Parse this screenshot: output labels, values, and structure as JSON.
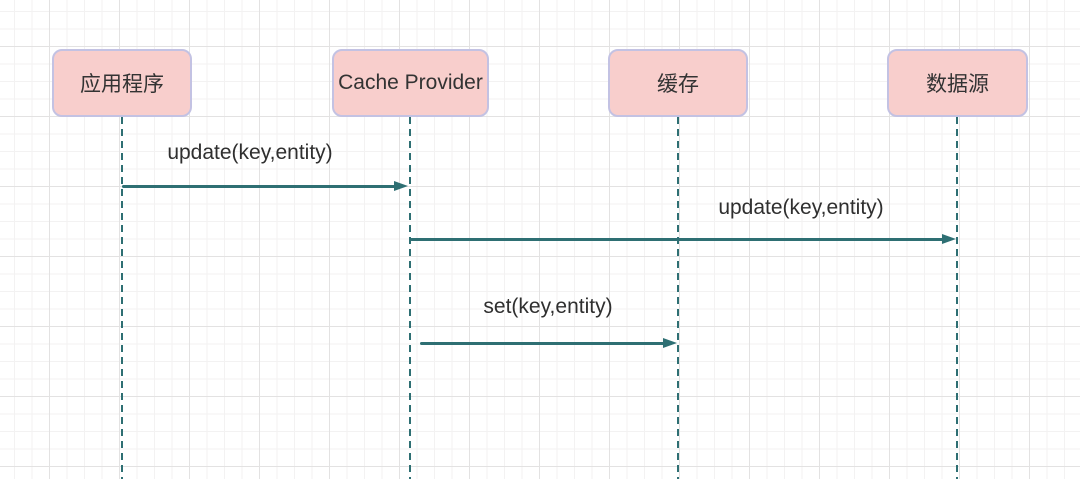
{
  "diagram": {
    "type": "sequence-diagram",
    "actors": [
      {
        "label": "应用程序"
      },
      {
        "label": "Cache Provider"
      },
      {
        "label": "缓存"
      },
      {
        "label": "数据源"
      }
    ],
    "messages": [
      {
        "label": "update(key,entity)",
        "from": "应用程序",
        "to": "Cache Provider"
      },
      {
        "label": "update(key,entity)",
        "from": "Cache Provider",
        "to": "数据源"
      },
      {
        "label": "set(key,entity)",
        "from": "Cache Provider",
        "to": "缓存"
      }
    ],
    "colors": {
      "actor_fill": "#f8cecc",
      "actor_border": "#c3c2e3",
      "actor_text": "#333333",
      "message_text": "#2f2f2f",
      "line": "#2e6f73"
    }
  }
}
